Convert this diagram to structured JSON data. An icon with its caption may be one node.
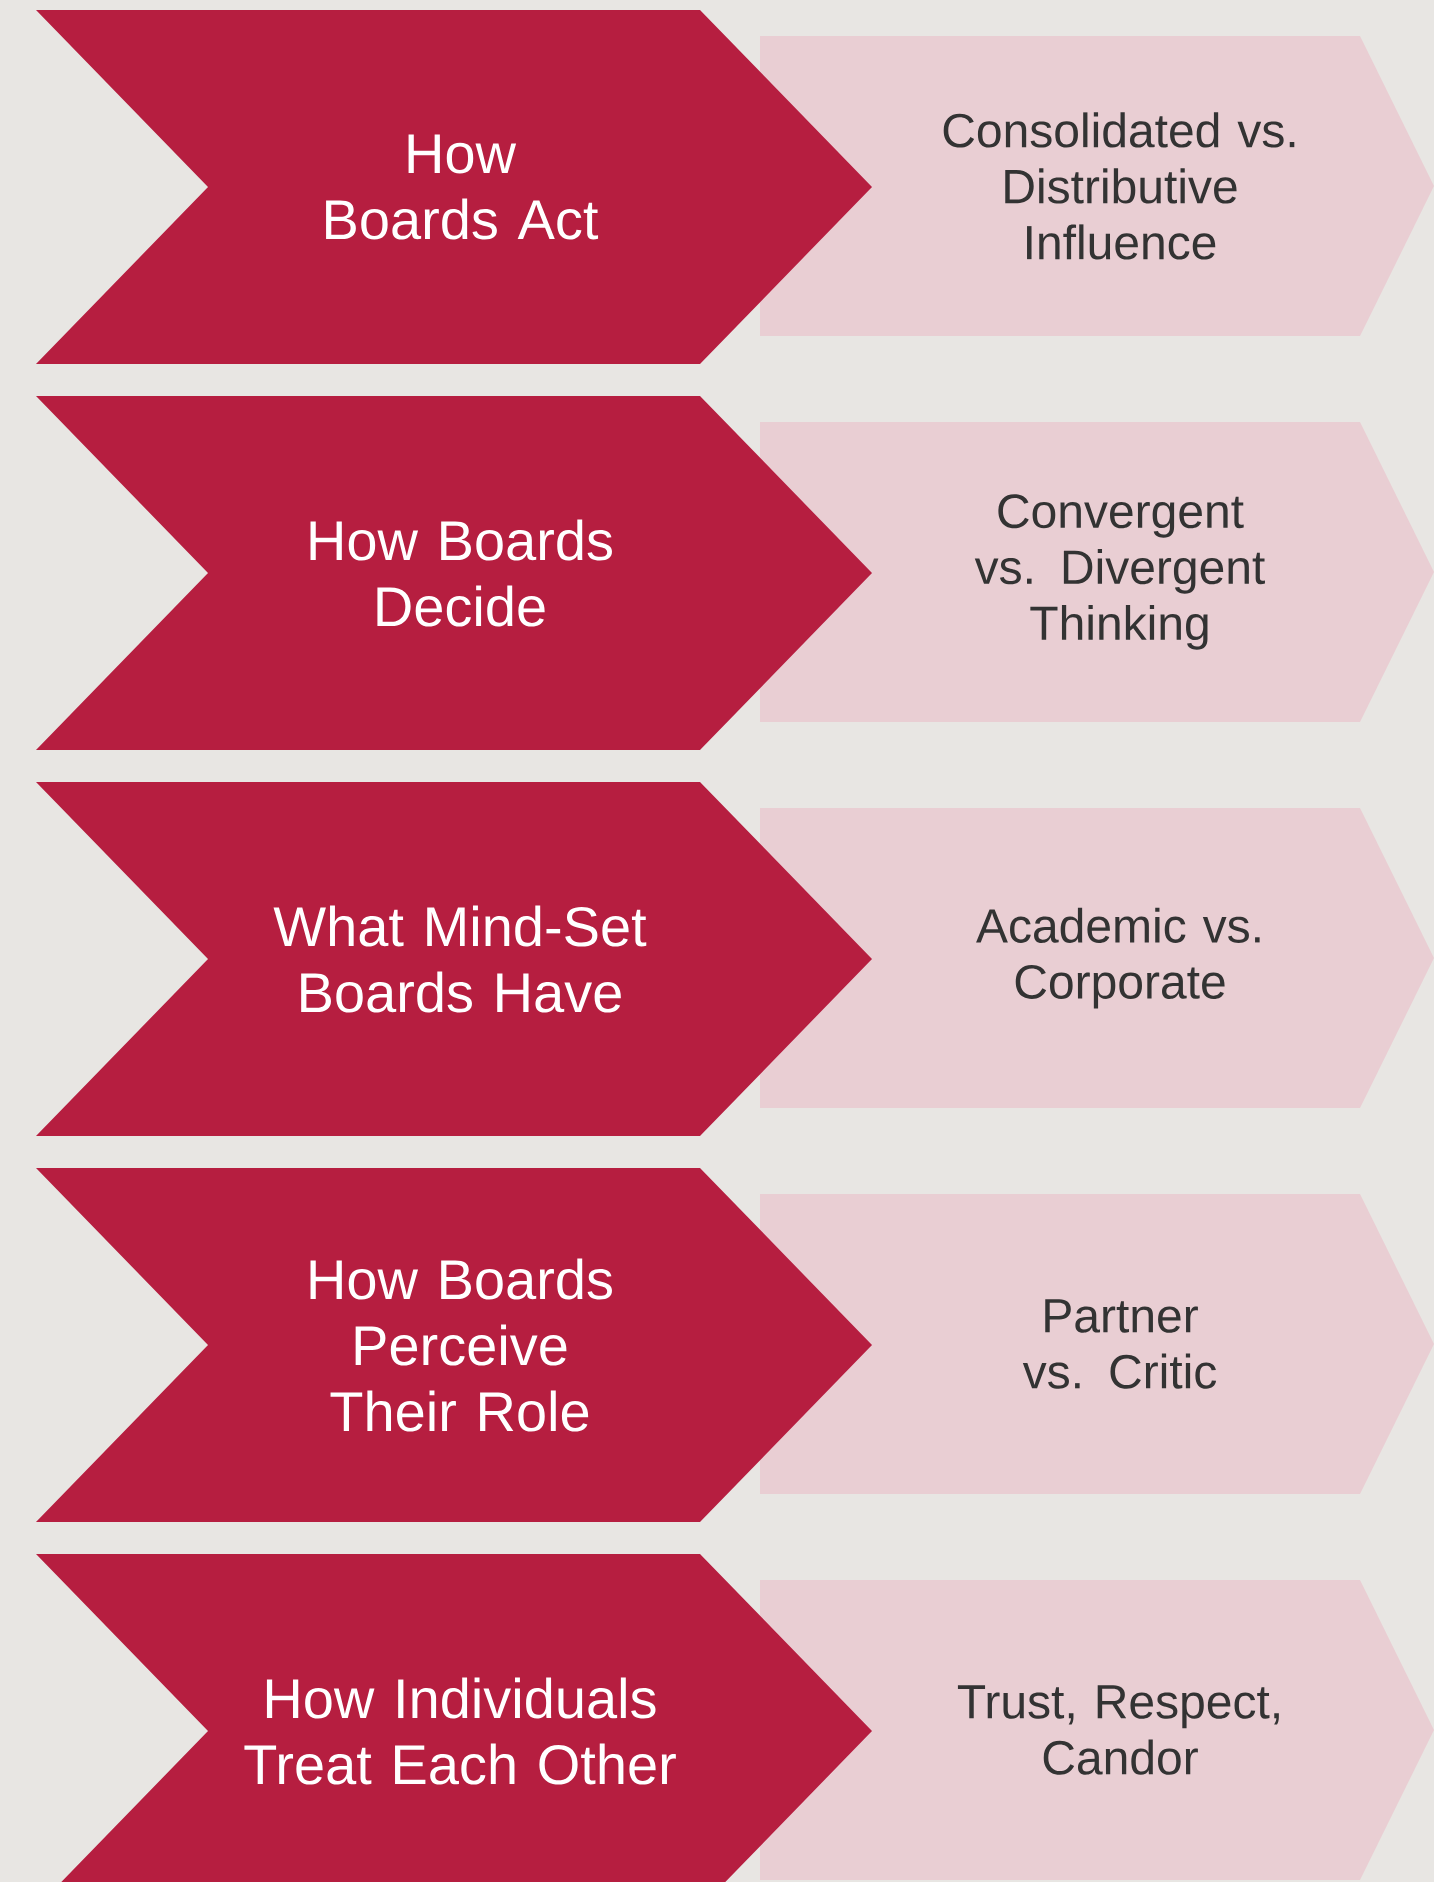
{
  "diagram": {
    "nodes": [
      {
        "text": [
          "How Boards Act"
        ]
      },
      {
        "text": [
          "Consolidated vs. Distributive Influence"
        ]
      },
      {
        "text": [
          "How Boards Decide"
        ]
      },
      {
        "text": [
          "Convergent vs. Divergent Thinking"
        ]
      },
      {
        "text": [
          "What Mind-Set Boards Have"
        ]
      },
      {
        "text": [
          "Academic vs. Corporate"
        ]
      },
      {
        "text": [
          "How Boards Perceive Their Role"
        ]
      },
      {
        "text": [
          "Partner vs. Critic"
        ]
      },
      {
        "text": [
          "How Individuals Treat Each Other"
        ]
      },
      {
        "text": [
          "Trust, Respect, Candor"
        ]
      }
    ]
  }
}
